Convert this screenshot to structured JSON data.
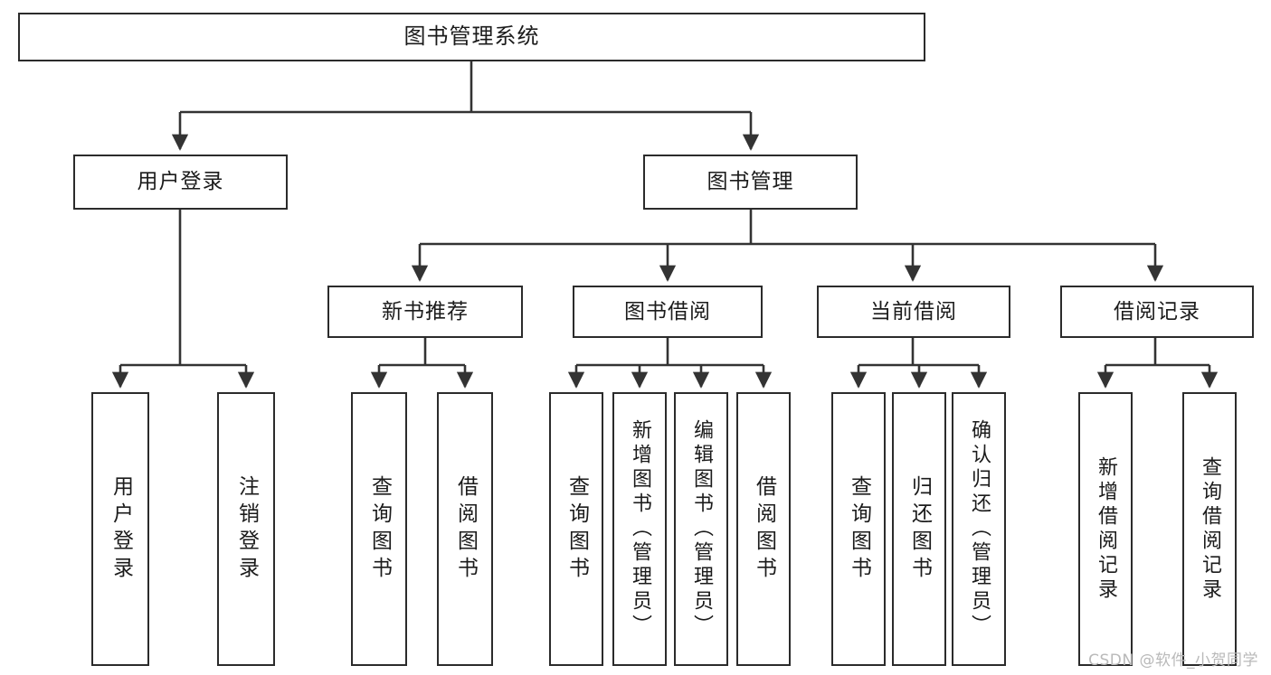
{
  "diagram": {
    "type": "tree",
    "title": "图书管理系统",
    "watermark": "CSDN @软件_小贺同学",
    "colors": {
      "box_border": "#2b2b2b",
      "box_fill": "#ffffff",
      "connector": "#333333",
      "text": "#1b1b1b",
      "watermark": "#b9b9b9"
    },
    "levels": [
      {
        "level": 1,
        "nodes": [
          "图书管理系统"
        ]
      },
      {
        "level": 2,
        "nodes": [
          "用户登录",
          "图书管理"
        ]
      },
      {
        "level": 3,
        "nodes": [
          "新书推荐",
          "图书借阅",
          "当前借阅",
          "借阅记录"
        ]
      },
      {
        "level": 4,
        "nodes": [
          "用户登录",
          "注销登录",
          "查询图书",
          "借阅图书",
          "查询图书",
          "新增图书（管理员）",
          "编辑图书（管理员）",
          "借阅图书",
          "查询图书",
          "归还图书",
          "确认归还（管理员）",
          "新增借阅记录",
          "查询借阅记录"
        ]
      }
    ],
    "nodes": {
      "root": {
        "label": "图书管理系统"
      },
      "user_login": {
        "label": "用户登录"
      },
      "book_manage": {
        "label": "图书管理"
      },
      "new_book_rec": {
        "label": "新书推荐"
      },
      "book_borrow": {
        "label": "图书借阅"
      },
      "cur_borrow": {
        "label": "当前借阅"
      },
      "borrow_log": {
        "label": "借阅记录"
      },
      "leaf_login": {
        "label": "用户登录"
      },
      "leaf_logout": {
        "label": "注销登录"
      },
      "leaf_query_book_1": {
        "label": "查询图书"
      },
      "leaf_borrow_book_1": {
        "label": "借阅图书"
      },
      "leaf_query_book_2": {
        "label": "查询图书"
      },
      "leaf_add_book": {
        "label": "新增图书（管理员）"
      },
      "leaf_edit_book": {
        "label": "编辑图书（管理员）"
      },
      "leaf_borrow_book_2": {
        "label": "借阅图书"
      },
      "leaf_query_book_3": {
        "label": "查询图书"
      },
      "leaf_return_book": {
        "label": "归还图书"
      },
      "leaf_confirm_return": {
        "label": "确认归还（管理员）"
      },
      "leaf_add_record": {
        "label": "新增借阅记录"
      },
      "leaf_query_record": {
        "label": "查询借阅记录"
      }
    },
    "edges": [
      {
        "from": "图书管理系统",
        "to": "用户登录"
      },
      {
        "from": "图书管理系统",
        "to": "图书管理"
      },
      {
        "from": "用户登录",
        "to": "用户登录"
      },
      {
        "from": "用户登录",
        "to": "注销登录"
      },
      {
        "from": "图书管理",
        "to": "新书推荐"
      },
      {
        "from": "图书管理",
        "to": "图书借阅"
      },
      {
        "from": "图书管理",
        "to": "当前借阅"
      },
      {
        "from": "图书管理",
        "to": "借阅记录"
      },
      {
        "from": "新书推荐",
        "to": "查询图书"
      },
      {
        "from": "新书推荐",
        "to": "借阅图书"
      },
      {
        "from": "图书借阅",
        "to": "查询图书"
      },
      {
        "from": "图书借阅",
        "to": "新增图书（管理员）"
      },
      {
        "from": "图书借阅",
        "to": "编辑图书（管理员）"
      },
      {
        "from": "图书借阅",
        "to": "借阅图书"
      },
      {
        "from": "当前借阅",
        "to": "查询图书"
      },
      {
        "from": "当前借阅",
        "to": "归还图书"
      },
      {
        "from": "当前借阅",
        "to": "确认归还（管理员）"
      },
      {
        "from": "借阅记录",
        "to": "新增借阅记录"
      },
      {
        "from": "借阅记录",
        "to": "查询借阅记录"
      }
    ]
  }
}
